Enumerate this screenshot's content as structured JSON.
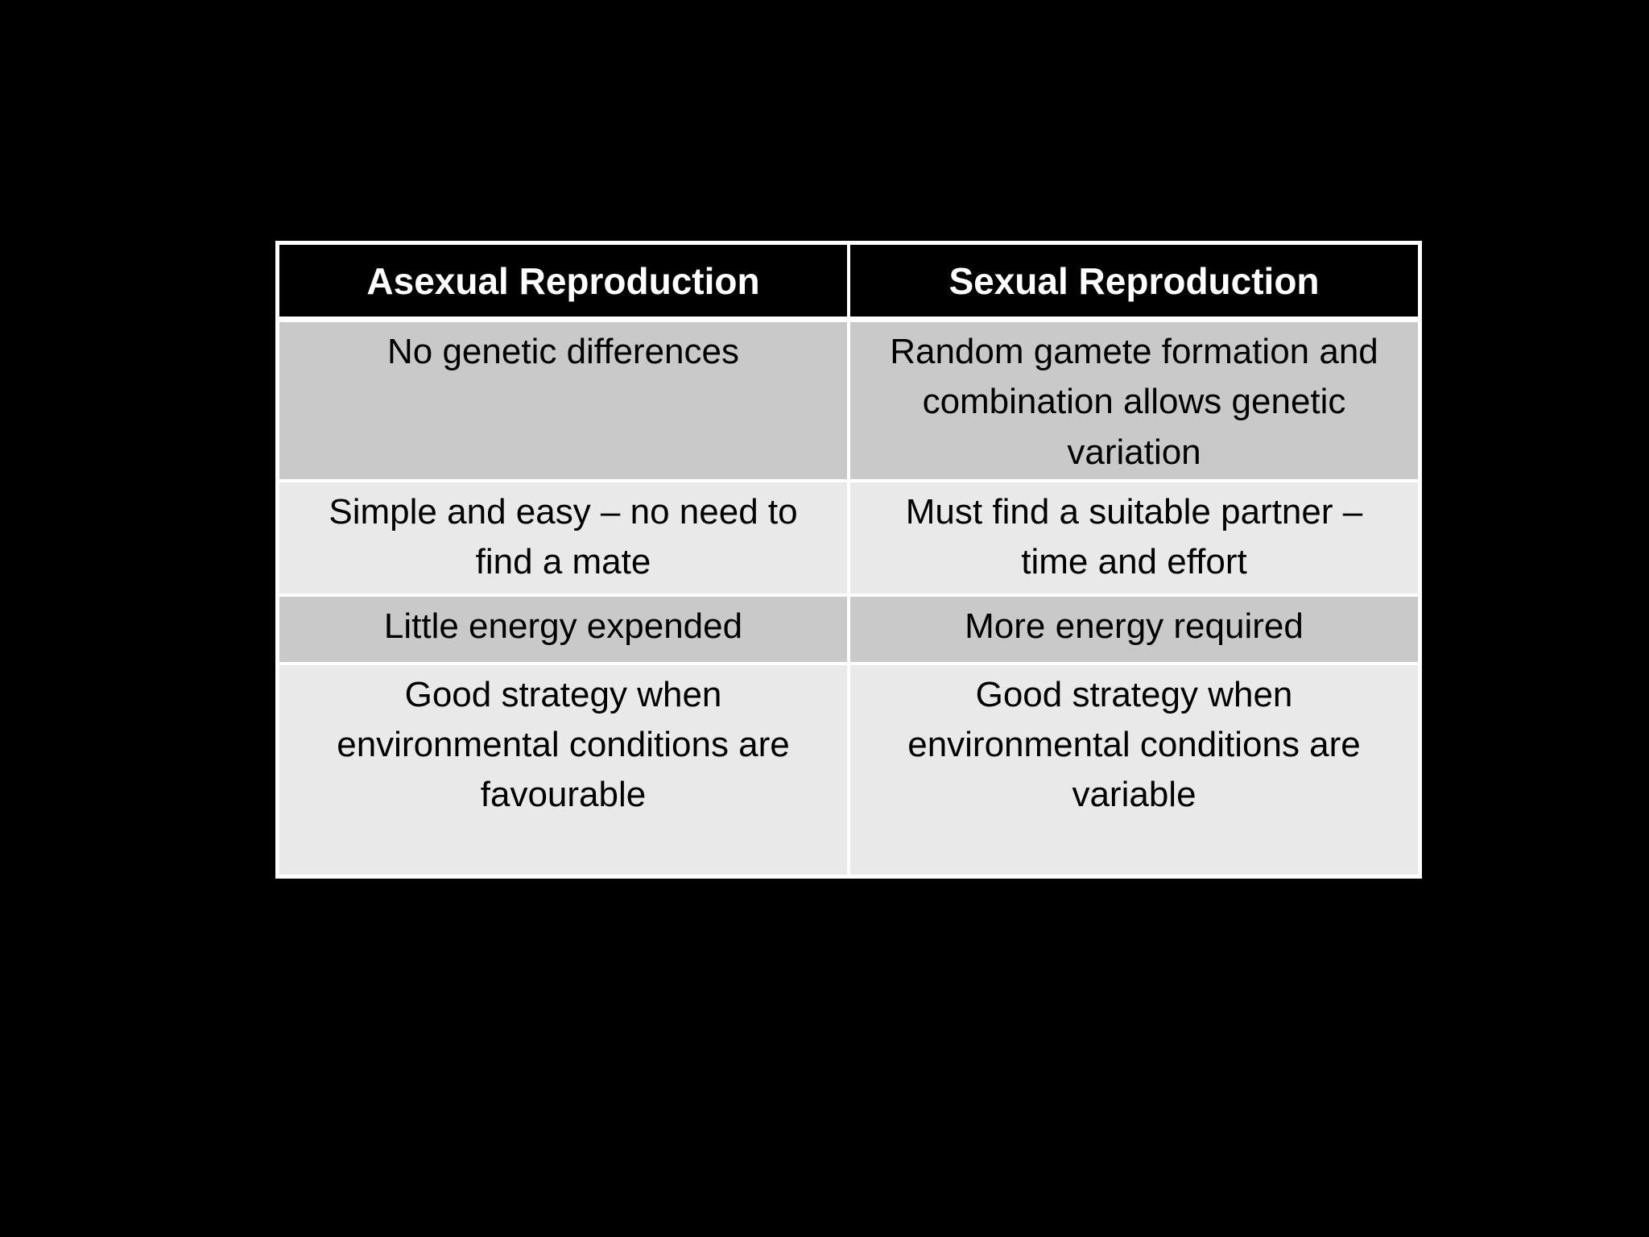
{
  "table": {
    "headers": [
      {
        "label": "Asexual Reproduction"
      },
      {
        "label": "Sexual Reproduction"
      }
    ],
    "rows": [
      {
        "asexual": "No genetic differences",
        "sexual": "Random gamete formation and\ncombination allows genetic\nvariation"
      },
      {
        "asexual": "Simple and easy – no need to\nfind a mate",
        "sexual": "Must find a suitable partner –\ntime and effort"
      },
      {
        "asexual": "Little energy expended",
        "sexual": "More energy required"
      },
      {
        "asexual": "Good strategy when\nenvironmental conditions are\nfavourable",
        "sexual": "Good strategy when\nenvironmental conditions are\nvariable"
      }
    ]
  },
  "colors": {
    "background": "#000000",
    "header_bg": "#000000",
    "header_text": "#ffffff",
    "row_dark": "#c9c9c9",
    "row_light": "#e9e9e9",
    "border": "#ffffff",
    "body_text": "#000000"
  }
}
